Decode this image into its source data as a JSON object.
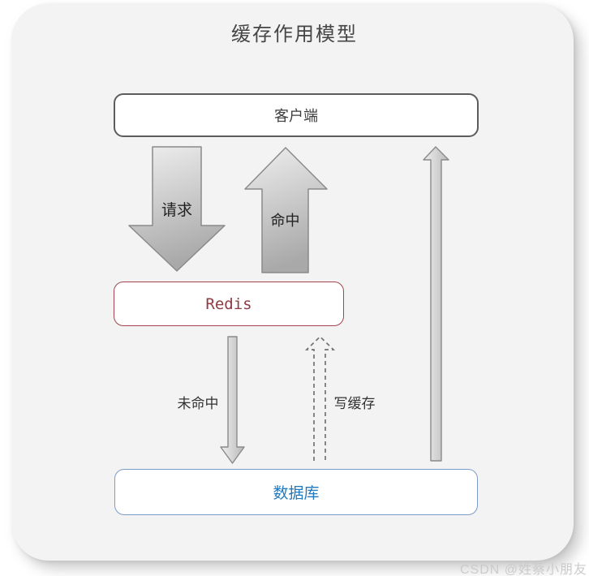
{
  "title": "缓存作用模型",
  "nodes": {
    "client": {
      "label": "客户端"
    },
    "redis": {
      "label": "Redis"
    },
    "database": {
      "label": "数据库"
    }
  },
  "arrows": {
    "request": {
      "label": "请求",
      "direction": "down",
      "style": "block-solid",
      "from": "client",
      "to": "redis"
    },
    "hit": {
      "label": "命中",
      "direction": "up",
      "style": "block-solid",
      "from": "redis",
      "to": "client"
    },
    "miss": {
      "label": "未命中",
      "direction": "down",
      "style": "thin-solid",
      "from": "redis",
      "to": "database"
    },
    "write_cache": {
      "label": "写缓存",
      "direction": "up",
      "style": "thin-dashed",
      "from": "database",
      "to": "redis"
    },
    "db_to_client": {
      "direction": "up",
      "style": "tall-solid",
      "from": "database",
      "to": "client"
    }
  },
  "watermark": "CSDN @姓蔡小朋友",
  "colors": {
    "card-bg": "#f3f3f4",
    "title": "#454545",
    "node-text": "#3d3d3d",
    "node-border": "#5c5c5c",
    "redis-border": "#a2454d",
    "redis-text": "#8e3b42",
    "db-border": "#7b9cc9",
    "db-text": "#2279bd",
    "arrow-border": "#8a8a8a",
    "arrow-light": "#efefef",
    "arrow-dark": "#a9a9a9",
    "arrow-label": "#222222",
    "dashed-stroke": "#737373",
    "watermark": "#cbcbcb"
  }
}
